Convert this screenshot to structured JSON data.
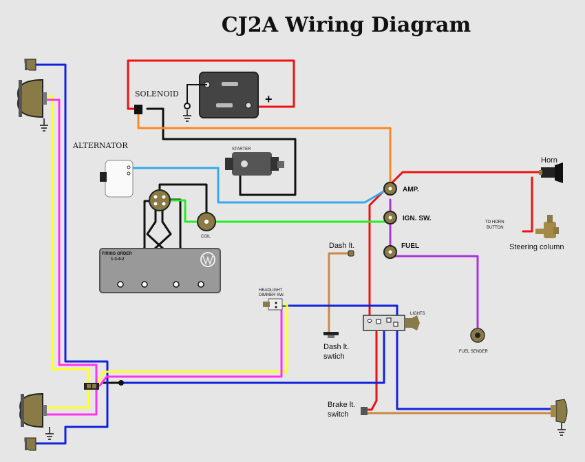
{
  "title": "CJ2A Wiring Diagram",
  "labels": {
    "solenoid": "SOLENOID",
    "plus": "+",
    "alternator": "ALTERNATOR",
    "starter": "STARTER",
    "coil": "COIL",
    "firing_order_line1": "FIRING ORDER",
    "firing_order_line2": "1-3-4-2",
    "amp": "AMP.",
    "ign_sw": "IGN. SW.",
    "fuel": "FUEL",
    "horn": "Horn",
    "to_horn_button_line1": "TO HORN",
    "to_horn_button_line2": "BUTTON",
    "steering_column": "Steering column",
    "dash_lt": "Dash lt.",
    "dash_lt_switch_line1": "Dash lt.",
    "dash_lt_switch_line2": "swtich",
    "headlight_dimmer_line1": "HEADLIGHT",
    "headlight_dimmer_line2": "DIMMER SW.",
    "lights": "LIGHTS",
    "fuel_sender": "FUEL SENDER",
    "brake_lt_switch_line1": "Brake lt.",
    "brake_lt_switch_line2": "switch"
  },
  "wire_colors": {
    "red": "#ee1111",
    "black": "#111111",
    "blue": "#1122dd",
    "yellow": "#ffff22",
    "pink": "#ff33ee",
    "green": "#22ee22",
    "orange": "#ff8822",
    "light_blue": "#33aaee",
    "purple": "#aa33dd",
    "brown": "#cc8844"
  }
}
